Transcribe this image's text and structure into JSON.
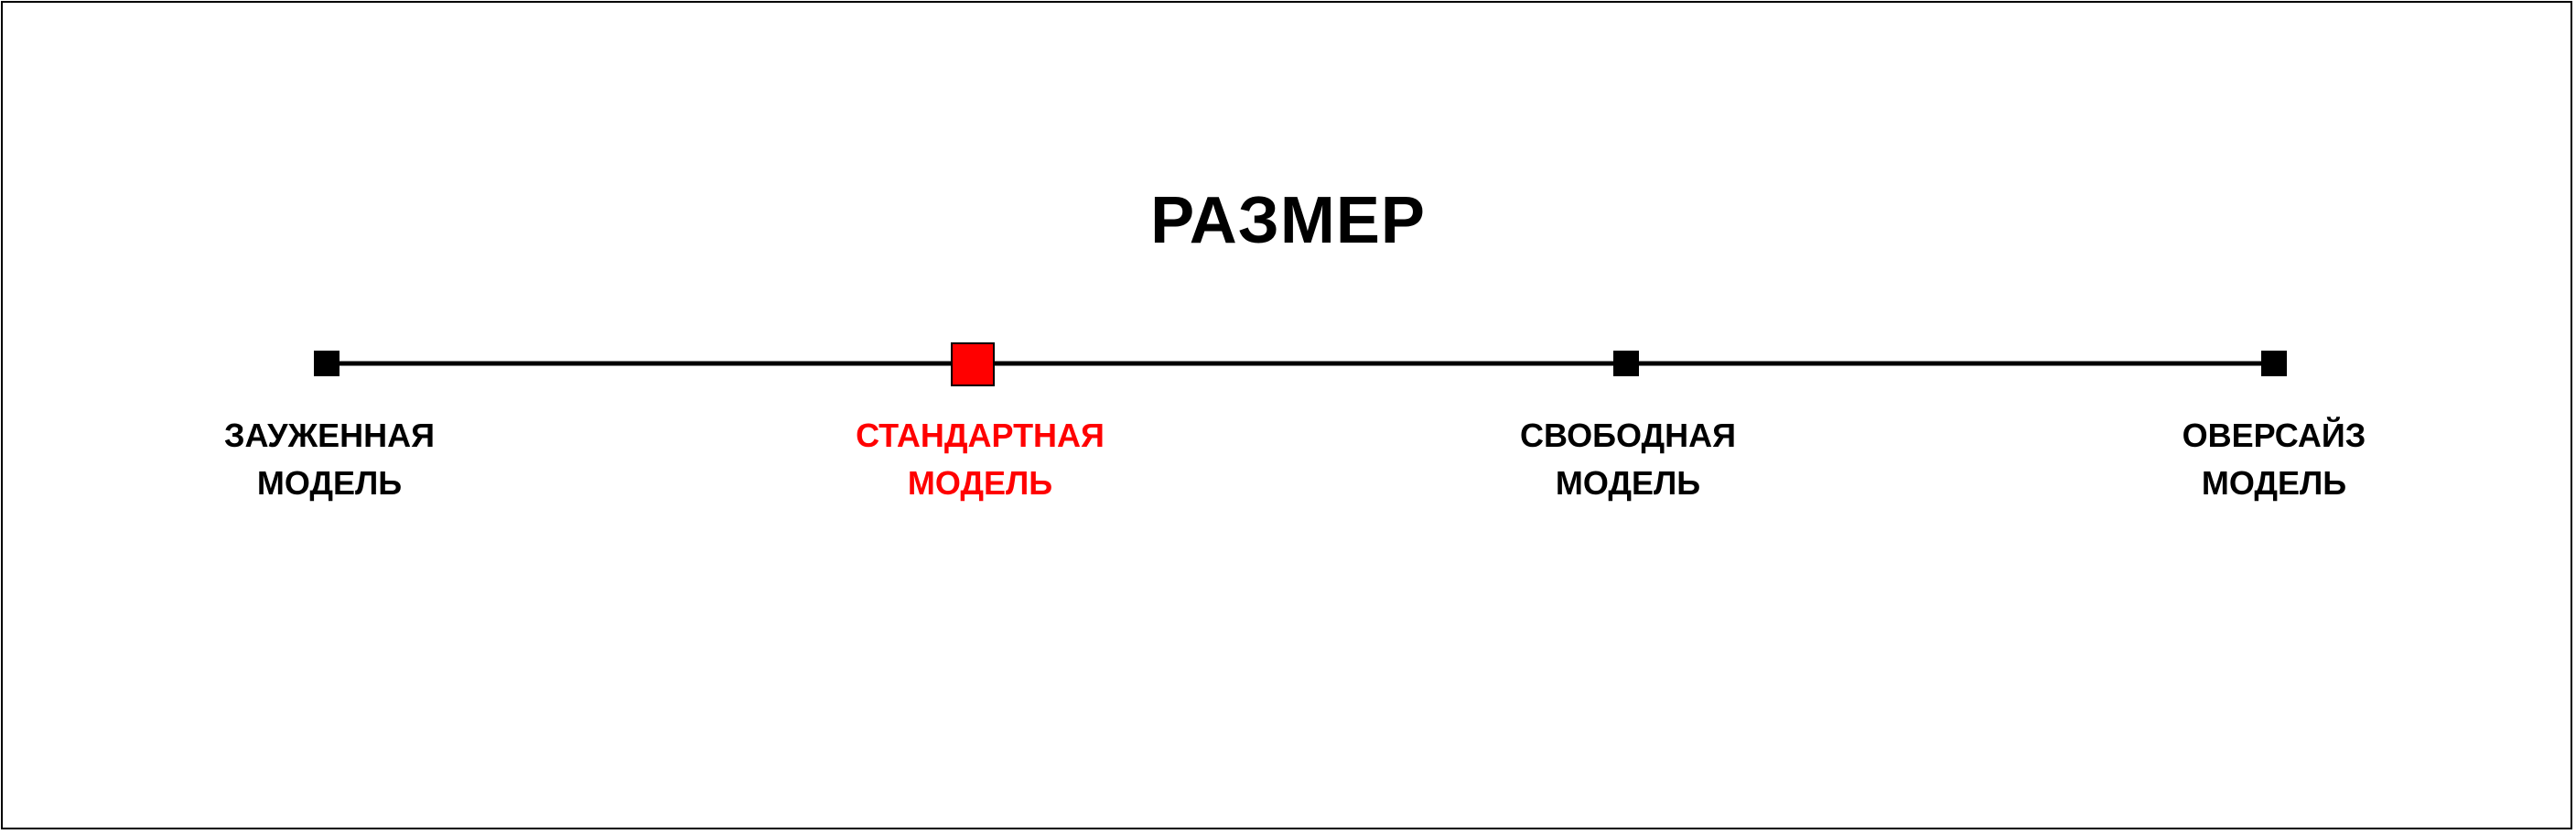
{
  "title": "РАЗМЕР",
  "scale": {
    "default_color": "#000000",
    "selected_color": "#ff0000",
    "selected_index": 1,
    "options": [
      {
        "line1": "ЗАУЖЕННАЯ",
        "line2": "МОДЕЛЬ",
        "selected": false
      },
      {
        "line1": "СТАНДАРТНАЯ",
        "line2": "МОДЕЛЬ",
        "selected": true
      },
      {
        "line1": "СВОБОДНАЯ",
        "line2": "МОДЕЛЬ",
        "selected": false
      },
      {
        "line1": "ОВЕРСАЙЗ",
        "line2": "МОДЕЛЬ",
        "selected": false
      }
    ]
  }
}
